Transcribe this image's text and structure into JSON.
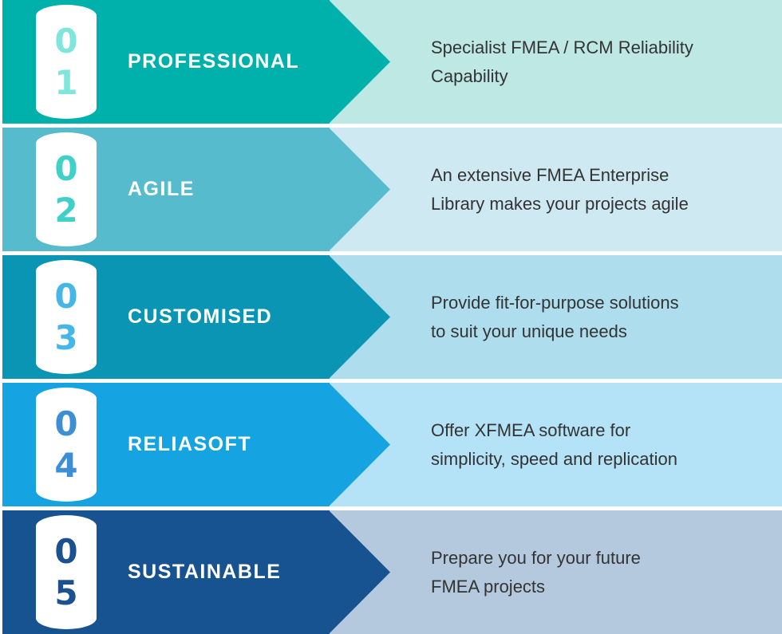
{
  "colors": {
    "background": "#ffffff",
    "title_text": "#ffffff",
    "description_text": "#333333",
    "badge_background": "#ffffff"
  },
  "rows": [
    {
      "digits": [
        "0",
        "1"
      ],
      "title": "PROFESSIONAL",
      "description": "Specialist FMEA / RCM Reliability\nCapability",
      "band_color": "#00b1ab",
      "panel_color": "#bde8e4",
      "digit_color": "#7ee6db"
    },
    {
      "digits": [
        "0",
        "2"
      ],
      "title": "AGILE",
      "description": "An extensive FMEA Enterprise\nLibrary makes your projects agile",
      "band_color": "#55bbcd",
      "panel_color": "#cfe9f2",
      "digit_color": "#3fd1c8"
    },
    {
      "digits": [
        "0",
        "3"
      ],
      "title": "CUSTOMISED",
      "description": "Provide fit-for-purpose solutions\nto suit your unique needs",
      "band_color": "#0b95b5",
      "panel_color": "#aedeed",
      "digit_color": "#45b7e7"
    },
    {
      "digits": [
        "0",
        "4"
      ],
      "title": "RELIASOFT",
      "description": "Offer XFMEA software for\nsimplicity, speed and replication",
      "band_color": "#15a3e2",
      "panel_color": "#b4e2f7",
      "digit_color": "#3e8ed3"
    },
    {
      "digits": [
        "0",
        "5"
      ],
      "title": "SUSTAINABLE",
      "description": "Prepare you for your future\nFMEA projects",
      "band_color": "#175390",
      "panel_color": "#b4c9dd",
      "digit_color": "#1b5190"
    }
  ]
}
